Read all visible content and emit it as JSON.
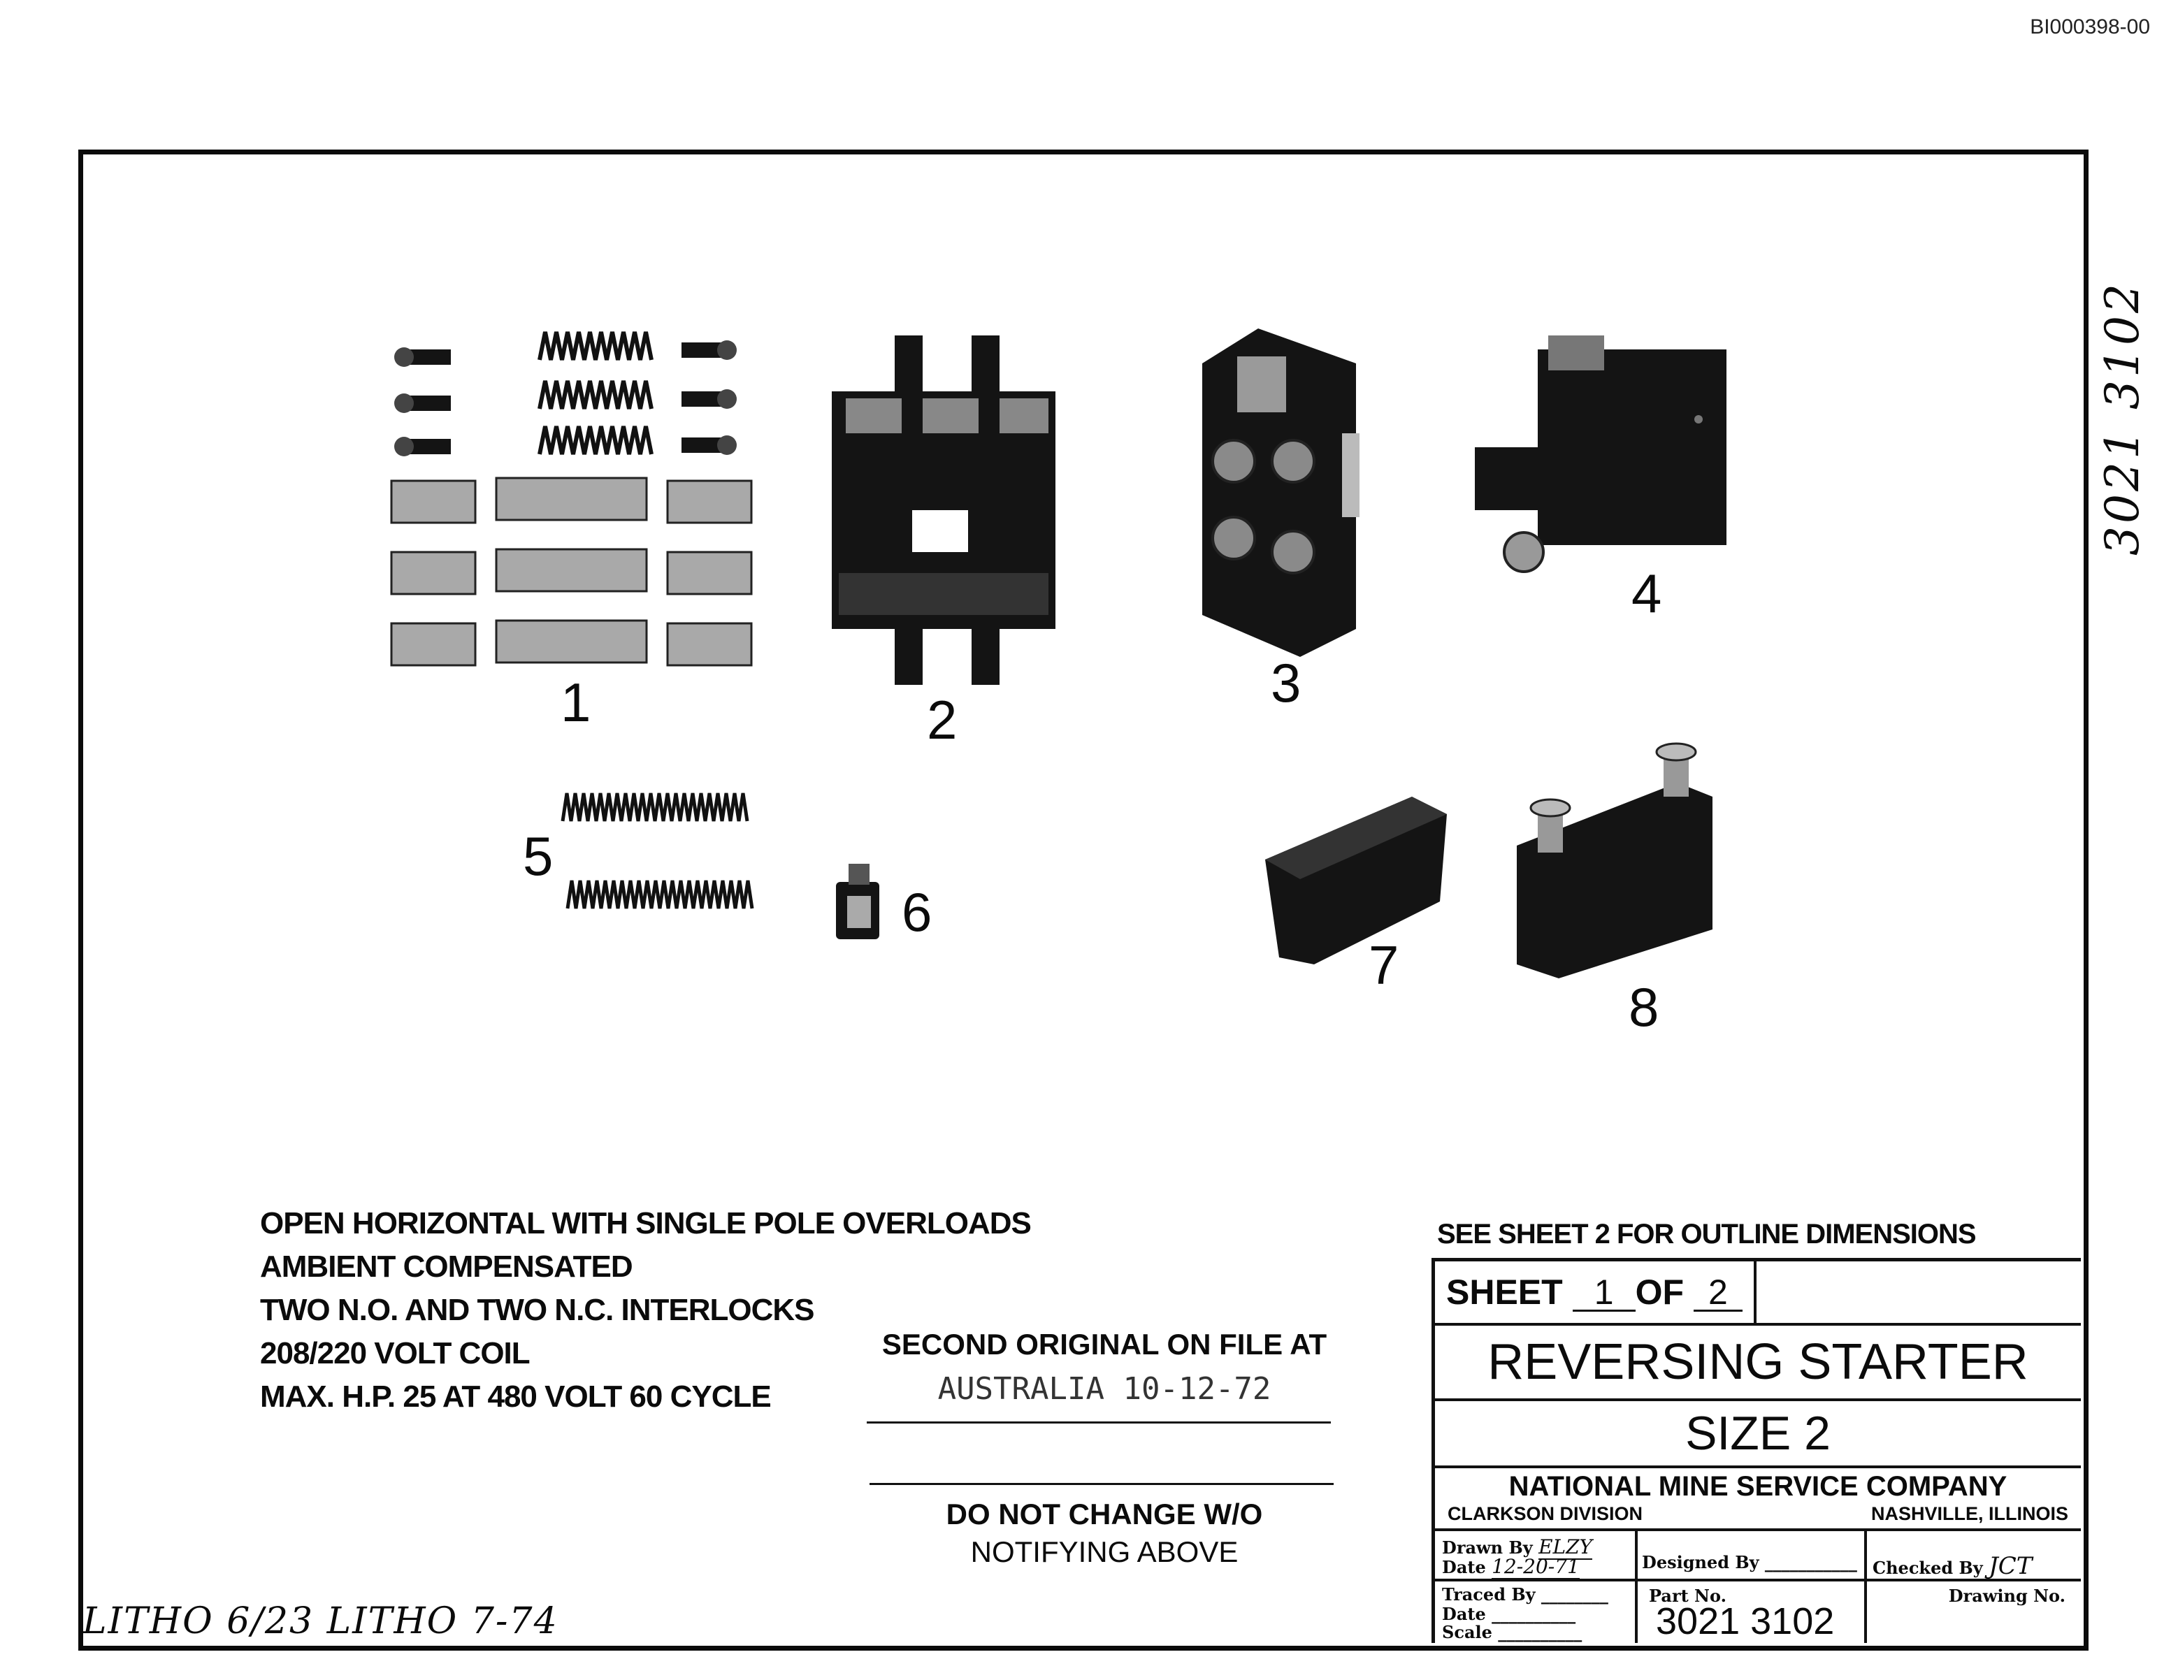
{
  "doc_id": "BI000398-00",
  "side_number": "3021 3102",
  "part_labels": [
    "1",
    "2",
    "3",
    "4",
    "5",
    "6",
    "7",
    "8"
  ],
  "notes": [
    "OPEN HORIZONTAL WITH SINGLE POLE OVERLOADS",
    "AMBIENT COMPENSATED",
    "TWO N.O. AND TWO N.C. INTERLOCKS",
    "208/220 VOLT COIL",
    "MAX. H.P. 25 AT 480 VOLT 60 CYCLE"
  ],
  "second_original": {
    "heading": "SECOND ORIGINAL ON FILE AT",
    "stamp": "AUSTRALIA 10-12-72"
  },
  "do_not_change": {
    "line1": "DO NOT CHANGE W/O",
    "line2": "NOTIFYING ABOVE"
  },
  "see_sheet": "SEE SHEET 2 FOR OUTLINE DIMENSIONS",
  "title_block": {
    "sheet_label": "SHEET",
    "sheet_num": "1",
    "of_label": "OF",
    "sheet_total": "2",
    "title": "REVERSING STARTER",
    "size": "SIZE  2",
    "company": "NATIONAL MINE SERVICE COMPANY",
    "division": "CLARKSON DIVISION",
    "location": "NASHVILLE, ILLINOIS",
    "drawn_by_label": "Drawn By",
    "drawn_by": "ELZY",
    "date_label": "Date",
    "date": "12-20-71",
    "designed_by_label": "Designed By",
    "checked_by_label": "Checked By",
    "checked_by": "JCT",
    "traced_by_label": "Traced By",
    "date2_label": "Date",
    "scale_label": "Scale",
    "part_no_label": "Part No.",
    "part_no": "3021 3102",
    "drawing_no_label": "Drawing No."
  },
  "litho": "LITHO 6/23   LITHO 7-74"
}
